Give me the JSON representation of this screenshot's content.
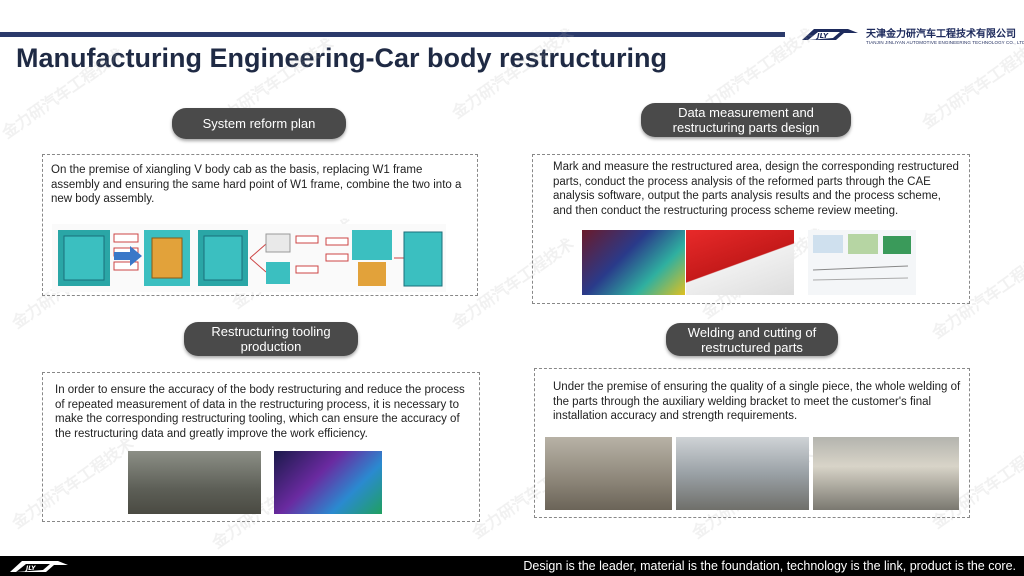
{
  "header": {
    "company_cn": "天津金力研汽车工程技术有限公司",
    "company_en": "TIANJIN JINLIYAN AUTOMOTIVE ENGINEERING TECHNOLOGY CO., LTD",
    "title": "Manufacturing Engineering-Car body restructuring",
    "logo_name": "jly-logo"
  },
  "watermark": "金力研汽车工程技术",
  "sections": {
    "system_reform": {
      "label": "System reform plan",
      "text": "On the premise of xiangling V body cab as the basis, replacing W1 frame assembly and ensuring the same hard point of W1 frame, combine the two into a new body assembly."
    },
    "data_measurement": {
      "label_line1": "Data measurement and",
      "label_line2": "restructuring parts design",
      "text": "Mark and measure the restructured area, design the corresponding restructured parts, conduct the process analysis of the reformed parts through the CAE analysis software, output the parts analysis results and the process scheme, and then conduct the restructuring process scheme review meeting."
    },
    "tooling": {
      "label_line1": "Restructuring tooling",
      "label_line2": "production",
      "text": "In order to ensure the accuracy of the body restructuring and reduce the process of repeated measurement of data in the restructuring process, it is necessary to make the corresponding restructuring tooling, which can ensure the accuracy of the restructuring data and greatly improve the work efficiency."
    },
    "welding": {
      "label_line1": "Welding and cutting of",
      "label_line2": "restructured parts",
      "text": "Under the premise of ensuring the quality of a single piece, the whole welding of the parts through the auxiliary welding bracket to meet the customer's final installation accuracy and strength requirements."
    }
  },
  "footer": {
    "slogan": "Design is the leader, material is the foundation, technology is the link, product is the core."
  },
  "colors": {
    "navy": "#2b3a6b",
    "pill": "#4a4a4a",
    "footer": "#000000"
  }
}
